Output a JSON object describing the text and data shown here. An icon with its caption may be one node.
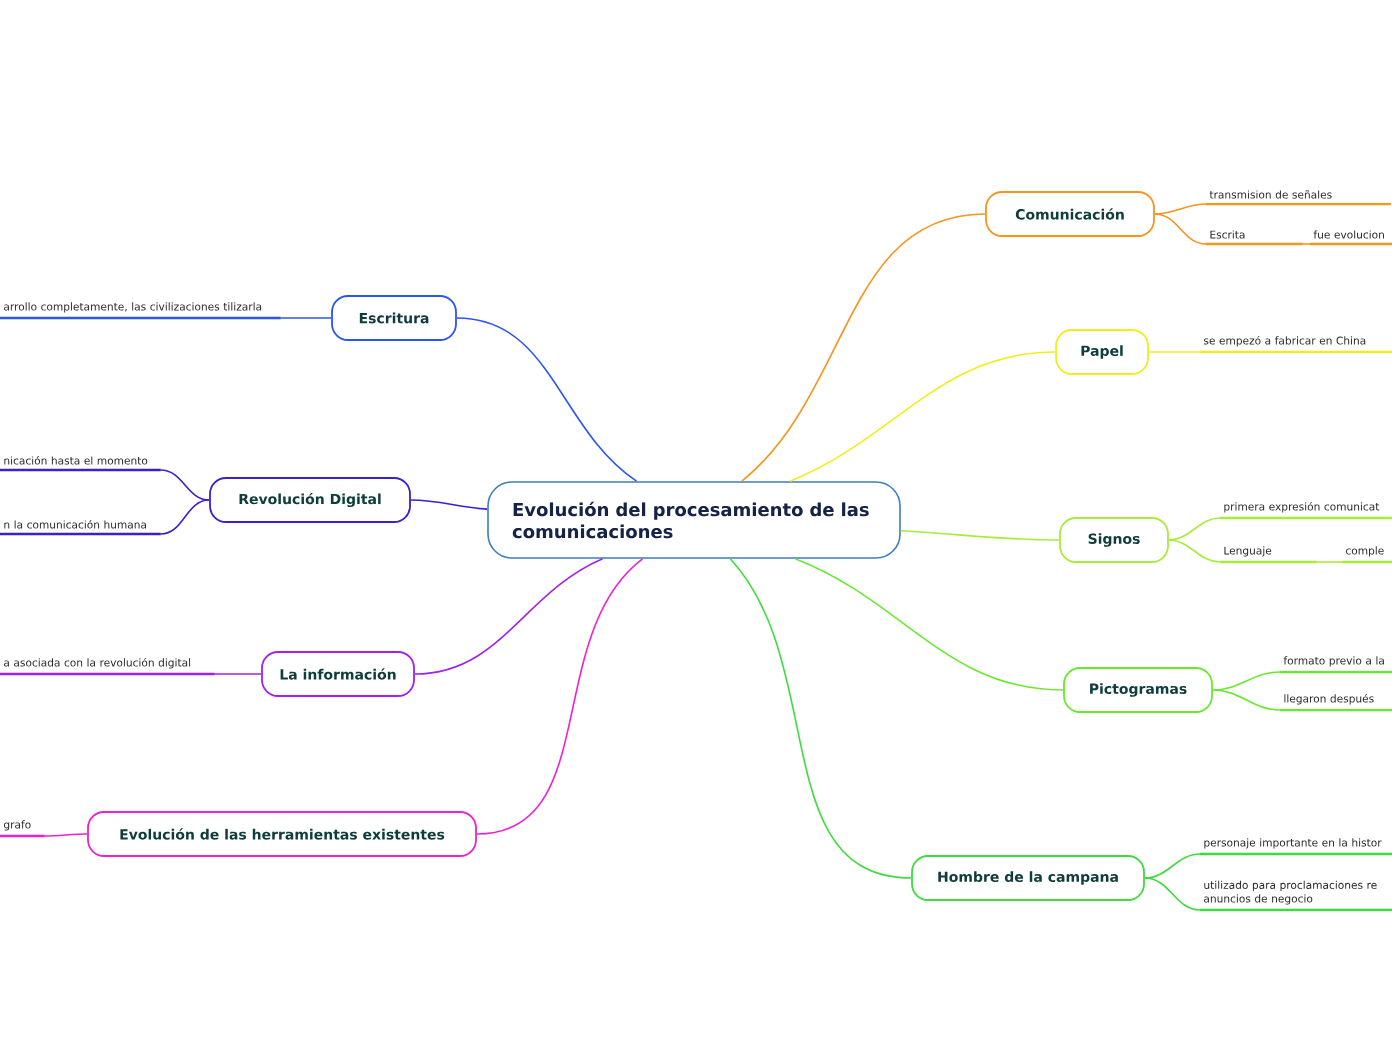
{
  "diagram": {
    "nodes": [
      {
        "text": [
          "Evolución del procesamiento de las comunicaciones"
        ]
      },
      {
        "text": [
          "Comunicación"
        ]
      },
      {
        "text": [
          "transmision de señales"
        ]
      },
      {
        "text": [
          "Escrita"
        ]
      },
      {
        "text": [
          "fue evolucion"
        ]
      },
      {
        "text": [
          "Papel"
        ]
      },
      {
        "text": [
          "se empezó a fabricar en China"
        ]
      },
      {
        "text": [
          "Signos"
        ]
      },
      {
        "text": [
          "primera expresión comunicat"
        ]
      },
      {
        "text": [
          "Lenguaje"
        ]
      },
      {
        "text": [
          "comple"
        ]
      },
      {
        "text": [
          "Pictogramas"
        ]
      },
      {
        "text": [
          "formato previo a la"
        ]
      },
      {
        "text": [
          "llegaron después"
        ]
      },
      {
        "text": [
          "Hombre de la campana"
        ]
      },
      {
        "text": [
          "personaje importante en la histor"
        ]
      },
      {
        "text": [
          "utilizado para proclamaciones re anuncios de negocio"
        ]
      },
      {
        "text": [
          "Escritura"
        ]
      },
      {
        "text": [
          "arrollo completamente, las civilizaciones tilizarla"
        ]
      },
      {
        "text": [
          "Revolución Digital"
        ]
      },
      {
        "text": [
          "nicación hasta el momento"
        ]
      },
      {
        "text": [
          "n la comunicación humana"
        ]
      },
      {
        "text": [
          "La información"
        ]
      },
      {
        "text": [
          "a asociada con la revolución digital"
        ]
      },
      {
        "text": [
          "Evolución de las herramientas existentes"
        ]
      },
      {
        "text": [
          "grafo"
        ]
      }
    ],
    "edges": [
      {
        "from": 0,
        "to": 1,
        "arrow": "none",
        "color": "#f7941d"
      },
      {
        "from": 1,
        "to": 2,
        "arrow": "none",
        "color": "#f7941d"
      },
      {
        "from": 1,
        "to": 3,
        "arrow": "none",
        "color": "#f7941d"
      },
      {
        "from": 3,
        "to": 4,
        "arrow": "none",
        "color": "#f7941d"
      },
      {
        "from": 0,
        "to": 5,
        "arrow": "none",
        "color": "#f2ee1a"
      },
      {
        "from": 5,
        "to": 6,
        "arrow": "none",
        "color": "#f2ee1a"
      },
      {
        "from": 0,
        "to": 7,
        "arrow": "none",
        "color": "#a8ec3a"
      },
      {
        "from": 7,
        "to": 8,
        "arrow": "none",
        "color": "#a8ec3a"
      },
      {
        "from": 7,
        "to": 9,
        "arrow": "none",
        "color": "#a8ec3a"
      },
      {
        "from": 9,
        "to": 10,
        "arrow": "none",
        "color": "#a8ec3a"
      },
      {
        "from": 0,
        "to": 11,
        "arrow": "none",
        "color": "#6ae82e"
      },
      {
        "from": 11,
        "to": 12,
        "arrow": "none",
        "color": "#6ae82e"
      },
      {
        "from": 11,
        "to": 13,
        "arrow": "none",
        "color": "#6ae82e"
      },
      {
        "from": 0,
        "to": 14,
        "arrow": "none",
        "color": "#3ddc3d"
      },
      {
        "from": 14,
        "to": 15,
        "arrow": "none",
        "color": "#3ddc3d"
      },
      {
        "from": 14,
        "to": 16,
        "arrow": "none",
        "color": "#3ddc3d"
      },
      {
        "from": 0,
        "to": 17,
        "arrow": "none",
        "color": "#2a55f0"
      },
      {
        "from": 17,
        "to": 18,
        "arrow": "none",
        "color": "#2a55f0"
      },
      {
        "from": 0,
        "to": 19,
        "arrow": "none",
        "color": "#3a20d0"
      },
      {
        "from": 19,
        "to": 20,
        "arrow": "none",
        "color": "#3a20d0"
      },
      {
        "from": 19,
        "to": 21,
        "arrow": "none",
        "color": "#3a20d0"
      },
      {
        "from": 0,
        "to": 22,
        "arrow": "none",
        "color": "#a020f0"
      },
      {
        "from": 22,
        "to": 23,
        "arrow": "none",
        "color": "#a020f0"
      },
      {
        "from": 0,
        "to": 24,
        "arrow": "none",
        "color": "#f020d0"
      },
      {
        "from": 24,
        "to": 25,
        "arrow": "none",
        "color": "#f020d0"
      }
    ]
  }
}
